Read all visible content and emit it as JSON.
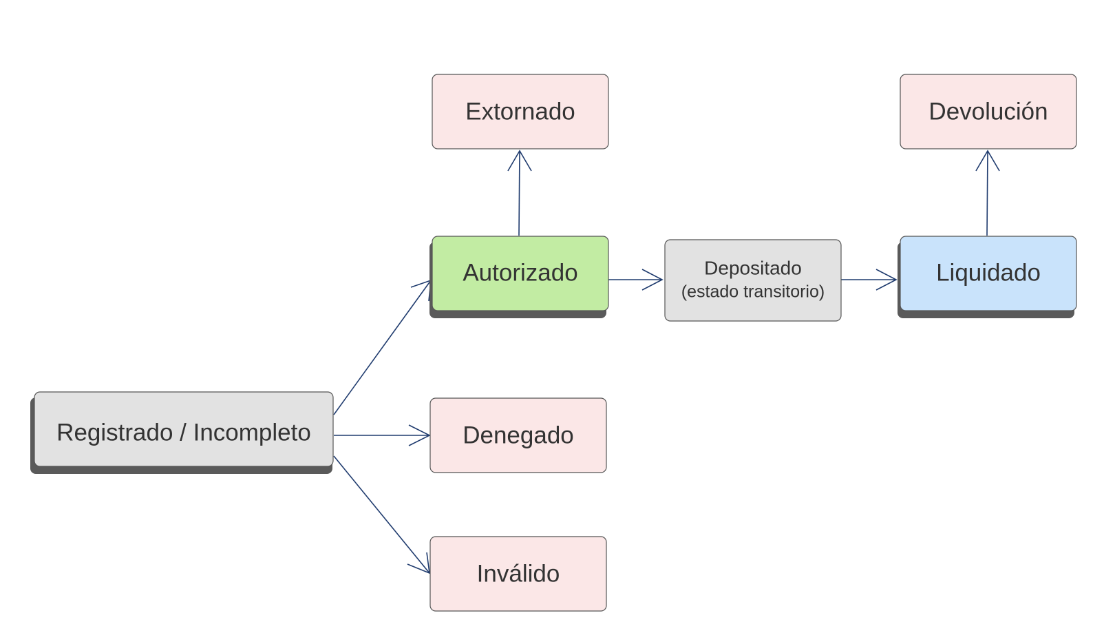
{
  "colors": {
    "edge": "#1f3b6e",
    "border": "#555555",
    "shadow": "#5a5a5a",
    "state_gray": "#e2e2e2",
    "state_pink": "#fbe7e7",
    "state_green": "#c2eca3",
    "state_blue": "#c9e3fb"
  },
  "nodes": {
    "registrado": {
      "label": "Registrado / Incompleto"
    },
    "autorizado": {
      "label": "Autorizado"
    },
    "extornado": {
      "label": "Extornado"
    },
    "depositado": {
      "label": "Depositado",
      "sublabel": "(estado transitorio)"
    },
    "liquidado": {
      "label": "Liquidado"
    },
    "devolucion": {
      "label": "Devolución"
    },
    "denegado": {
      "label": "Denegado"
    },
    "invalido": {
      "label": "Inválido"
    }
  },
  "edges": [
    {
      "from": "registrado",
      "to": "autorizado"
    },
    {
      "from": "registrado",
      "to": "denegado"
    },
    {
      "from": "registrado",
      "to": "invalido"
    },
    {
      "from": "autorizado",
      "to": "extornado"
    },
    {
      "from": "autorizado",
      "to": "depositado"
    },
    {
      "from": "depositado",
      "to": "liquidado"
    },
    {
      "from": "liquidado",
      "to": "devolucion"
    }
  ]
}
